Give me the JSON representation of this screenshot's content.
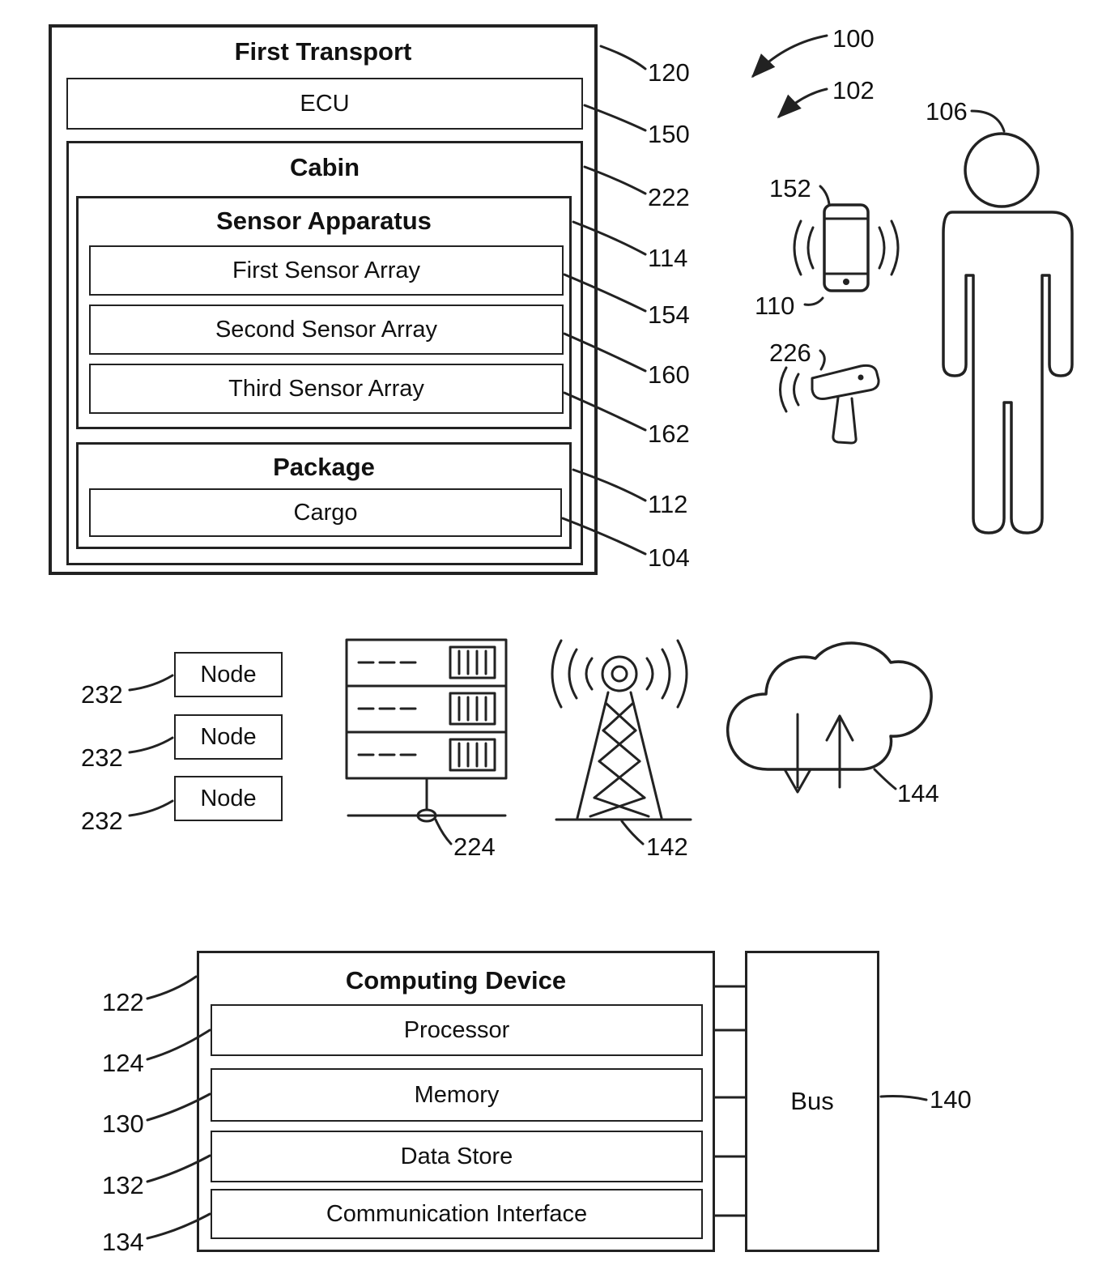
{
  "figure": {
    "first_transport": {
      "title": "First Transport",
      "ecu": "ECU",
      "cabin_title": "Cabin",
      "sensor_apparatus_title": "Sensor Apparatus",
      "first_sensor_array": "First Sensor Array",
      "second_sensor_array": "Second Sensor Array",
      "third_sensor_array": "Third Sensor Array",
      "package_title": "Package",
      "cargo": "Cargo"
    },
    "network": {
      "node_label": "Node"
    },
    "computing_device": {
      "title": "Computing Device",
      "processor": "Processor",
      "memory": "Memory",
      "data_store": "Data Store",
      "communication_interface": "Communication Interface",
      "bus": "Bus"
    },
    "refs": {
      "r100": "100",
      "r102": "102",
      "r104": "104",
      "r106": "106",
      "r110": "110",
      "r112": "112",
      "r114": "114",
      "r120": "120",
      "r122": "122",
      "r124": "124",
      "r130": "130",
      "r132": "132",
      "r134": "134",
      "r140": "140",
      "r142": "142",
      "r144": "144",
      "r150": "150",
      "r152": "152",
      "r154": "154",
      "r160": "160",
      "r162": "162",
      "r222": "222",
      "r224": "224",
      "r226": "226",
      "r232": "232"
    },
    "icons": {
      "person": "person-icon",
      "smartphone": "smartphone-icon",
      "scanner": "handheld-scanner-icon",
      "server": "server-icon",
      "tower": "radio-tower-icon",
      "cloud": "cloud-sync-icon"
    },
    "colors": {
      "line": "#222222",
      "text": "#111111",
      "background": "#ffffff"
    }
  }
}
